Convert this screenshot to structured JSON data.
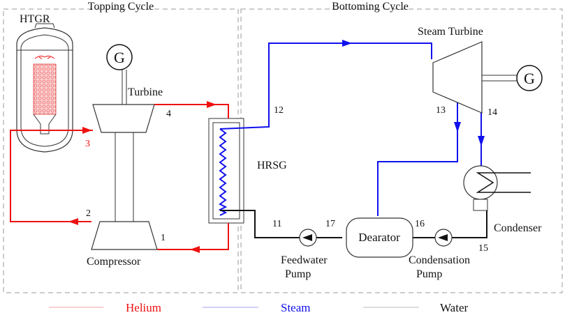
{
  "sections": {
    "topping": "Topping Cycle",
    "bottoming": "Bottoming Cycle"
  },
  "components": {
    "htgr": "HTGR",
    "turbine": "Turbine",
    "compressor": "Compressor",
    "hrsg": "HRSG",
    "steam_turbine": "Steam Turbine",
    "condenser": "Condenser",
    "dearator": "Dearator",
    "feedwater_pump_line1": "Feedwater",
    "feedwater_pump_line2": "Pump",
    "condensation_pump_line1": "Condensation",
    "condensation_pump_line2": "Pump",
    "generator_1": "G",
    "generator_2": "G"
  },
  "state_points": {
    "p1": "1",
    "p2": "2",
    "p3": "3",
    "p4": "4",
    "p11": "11",
    "p12": "12",
    "p13": "13",
    "p14": "14",
    "p15": "15",
    "p16": "16",
    "p17": "17"
  },
  "legend": {
    "helium": "Helium",
    "steam": "Steam",
    "water": "Water"
  },
  "colors": {
    "helium": "#ee1111",
    "steam": "#1010ee",
    "water": "#111111",
    "legend_water_line": "#bbbbbb",
    "legend_helium_line": "#f4a0a0",
    "legend_steam_line": "#a0a0f4",
    "dashed_box": "#999999",
    "core_pebbles": "#f27c7c"
  }
}
